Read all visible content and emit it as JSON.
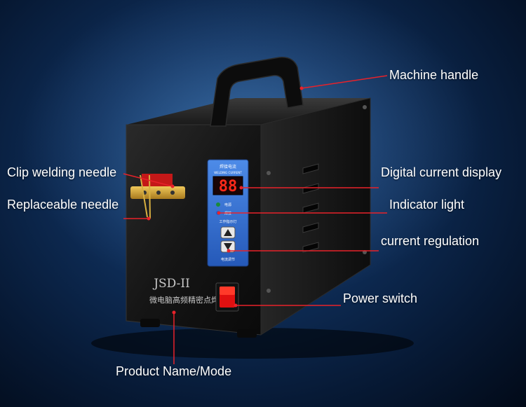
{
  "callouts": {
    "machine_handle": "Machine handle",
    "clip_welding_needle": "Clip welding needle",
    "replaceable_needle": "Replaceable needle",
    "digital_current_display": "Digital current display",
    "indicator_light": "Indicator light",
    "current_regulation": "current regulation",
    "power_switch": "Power switch",
    "product_name_mode": "Product Name/Mode"
  },
  "device": {
    "model": "JSD-II",
    "name_cn": "微电脑高频精密点焊机",
    "panel_title_cn": "焊接电流",
    "panel_subtitle": "WELDING CURRENT",
    "display_value": "88",
    "work_status_cn": "工作指示灯",
    "adjust_cn": "电流调节",
    "indicator_a_cn": "电源",
    "indicator_b_cn": "焊接"
  },
  "colors": {
    "leader_line": "#e8222a",
    "label_text": "#ffffff",
    "panel_blue": "#2f6fd0",
    "display_red": "#ff2a1a",
    "switch_red": "#e01010"
  }
}
